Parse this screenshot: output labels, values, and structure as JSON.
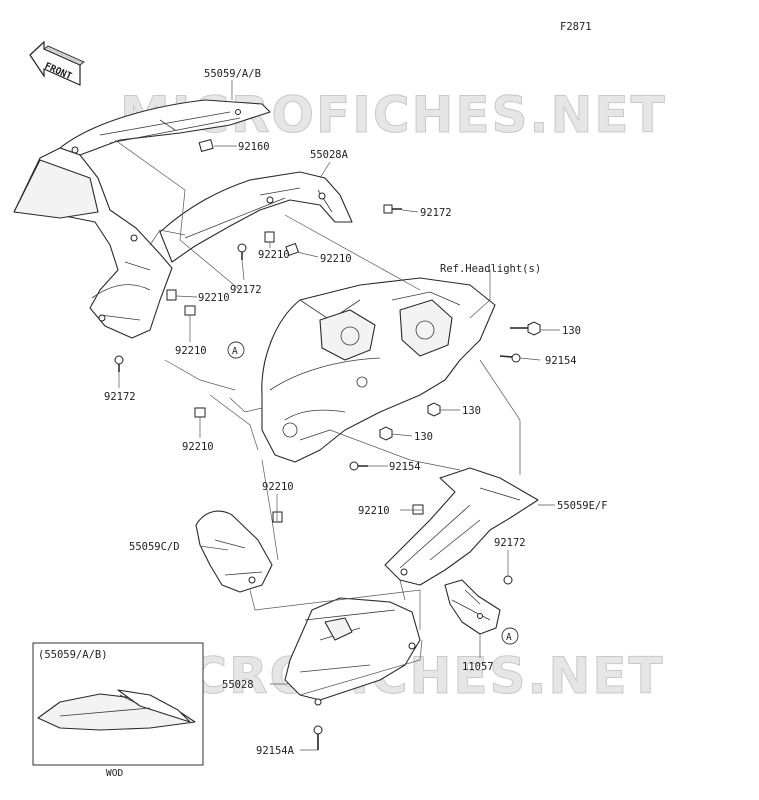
{
  "figure_code": "F2871",
  "front_label": "FRONT",
  "watermark": "MICROFICHES.NET",
  "inset": {
    "title": "(55059/A/B)",
    "caption": "WOD"
  },
  "ref_marker": "A",
  "labels": {
    "p55059AB": "55059/A/B",
    "p92160": "92160",
    "p55028A": "55028A",
    "p92172_a": "92172",
    "p92172_b": "92172",
    "p92172_c": "92172",
    "p92172_d": "92172",
    "p92210_a": "92210",
    "p92210_b": "92210",
    "p92210_c": "92210",
    "p92210_d": "92210",
    "p92210_e": "92210",
    "p92210_f": "92210",
    "p92210_g": "92210",
    "ref_headlight": "Ref.Headlight(s)",
    "p130_a": "130",
    "p130_b": "130",
    "p130_c": "130",
    "p92154_a": "92154",
    "p92154_b": "92154",
    "p92154A": "92154A",
    "p55059EF": "55059E/F",
    "p55059CD": "55059C/D",
    "p11057": "11057",
    "p55028": "55028"
  },
  "colors": {
    "line": "#2a2a2a",
    "watermark": "#e6e6e6"
  }
}
